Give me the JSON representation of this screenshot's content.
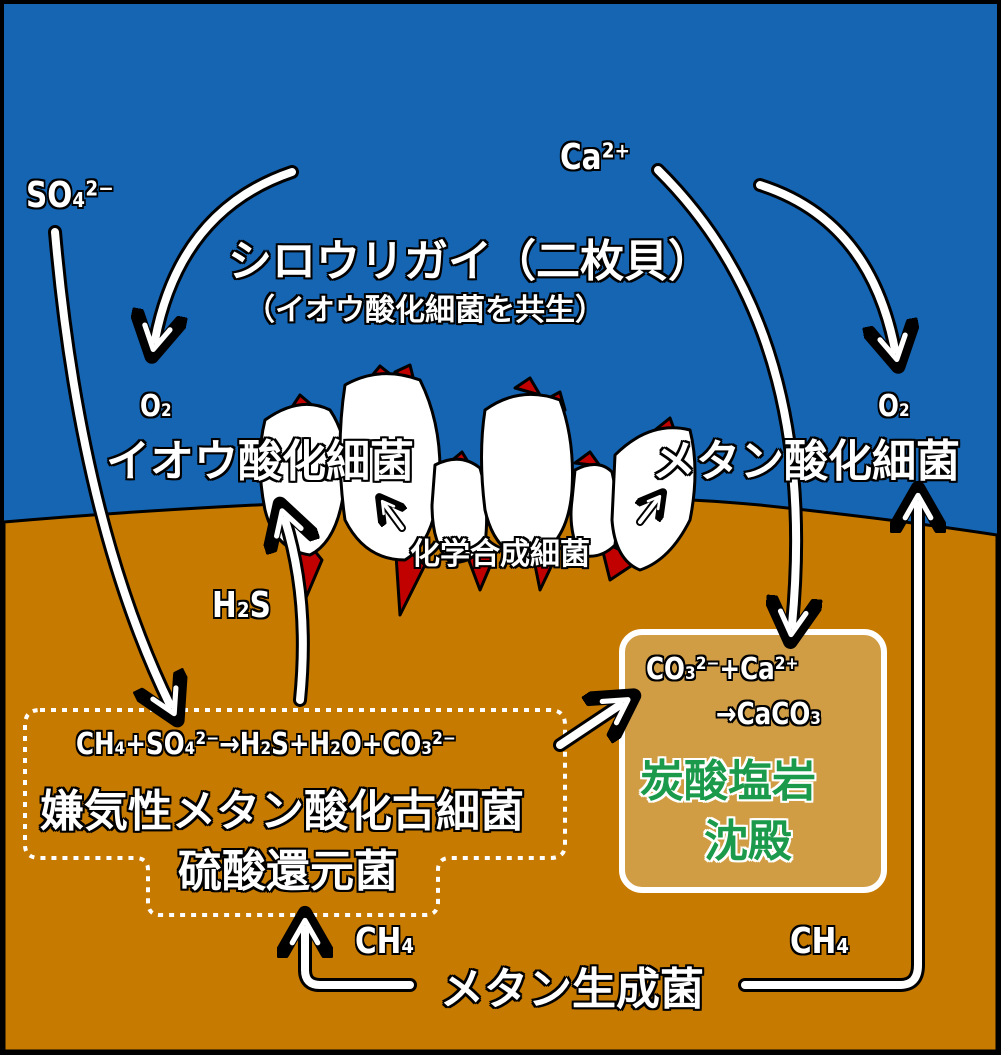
{
  "labels": {
    "so4": "SO₄²⁻",
    "ca": "Ca²⁺",
    "shiro_title": "シロウリガイ（二枚貝）",
    "shiro_sub": "（イオウ酸化細菌を共生）",
    "o2_left": "O₂",
    "o2_right": "O₂",
    "sulfur_bact": "イオウ酸化細菌",
    "methane_ox": "メタン酸化細菌",
    "chemo": "化学合成細菌",
    "h2s": "H₂S",
    "reaction": "CH₄+SO₄²⁻→H₂S+H₂O+CO₃²⁻",
    "anme": "嫌気性メタン酸化古細菌",
    "srb": "硫酸還元菌",
    "ch4_left": "CH₄",
    "ch4_right": "CH₄",
    "methanogen": "メタン生成菌",
    "carb_eq1": "CO₃²⁻+Ca²⁺",
    "carb_eq2": "→CaCO₃",
    "carb_title1": "炭酸塩岩",
    "carb_title2": "沈殿"
  },
  "colors": {
    "sea": "#1565b3",
    "sediment": "#c77a00",
    "carbonate_box": "#d19d44",
    "shell_red": "#c10000",
    "text_green": "#1a9a4a"
  }
}
